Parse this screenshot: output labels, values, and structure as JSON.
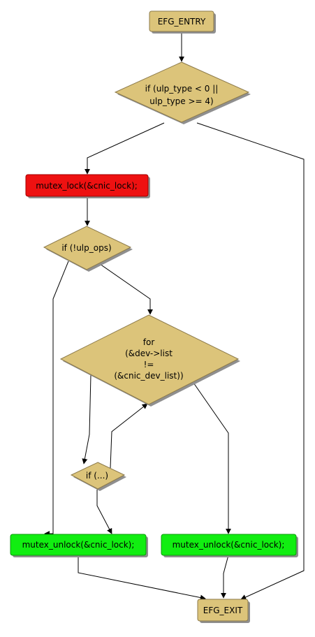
{
  "colors": {
    "terminal": "#dcc47a",
    "decision": "#dcc47a",
    "lock": "#ee1111",
    "unlock": "#11ee11",
    "edge": "#000000"
  },
  "nodes": {
    "entry": {
      "label": "EFG_ENTRY"
    },
    "check_type": {
      "lines": [
        "if (ulp_type < 0 ||",
        "ulp_type >= 4)"
      ]
    },
    "lock": {
      "label": "mutex_lock(&cnic_lock);"
    },
    "check_ops": {
      "label": "if (!ulp_ops)"
    },
    "loop": {
      "lines": [
        "for",
        "(&dev->list",
        "!=",
        "(&cnic_dev_list))"
      ]
    },
    "if_inner": {
      "label": "if (...)"
    },
    "unlock_left": {
      "label": "mutex_unlock(&cnic_lock);"
    },
    "unlock_right": {
      "label": "mutex_unlock(&cnic_lock);"
    },
    "exit": {
      "label": "EFG_EXIT"
    }
  }
}
